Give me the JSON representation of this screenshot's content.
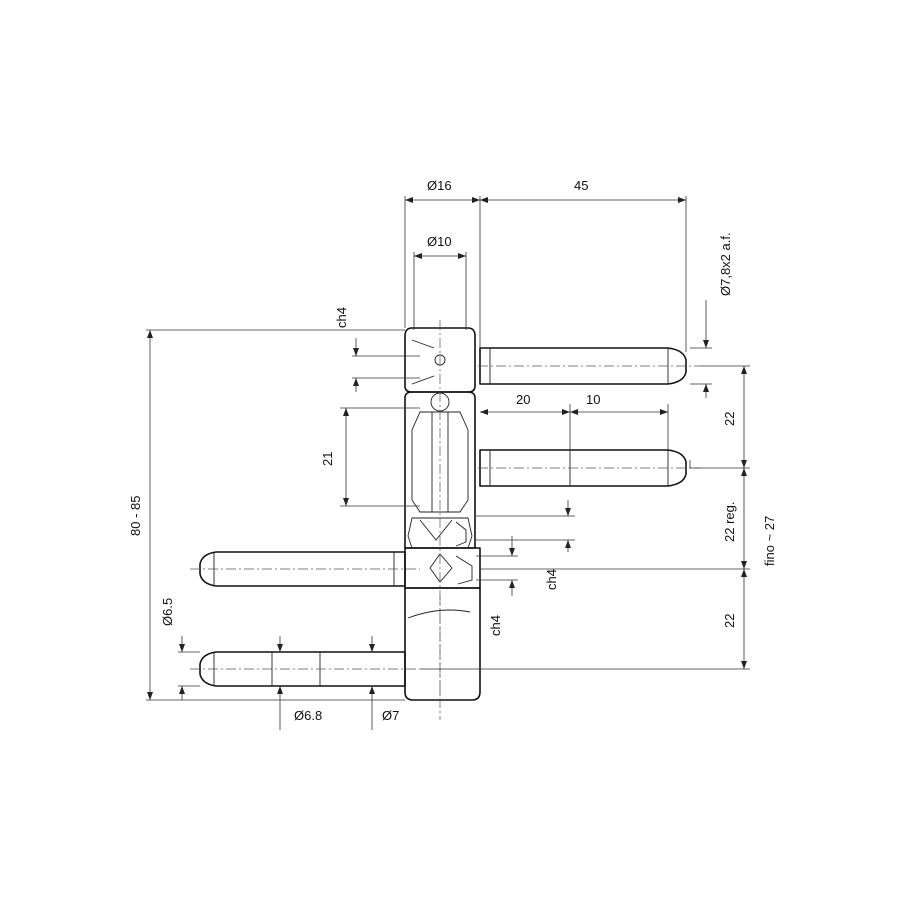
{
  "labels": {
    "d16": "Ø16",
    "l45": "45",
    "d10": "Ø10",
    "d78": "Ø7,8x2 a.f.",
    "ch4_top": "ch4",
    "l20": "20",
    "l10": "10",
    "l22_top": "22",
    "l21": "21",
    "l80_85": "80 - 85",
    "l22_reg": "22 reg.",
    "fino27": "fino ~ 27",
    "ch4_mid": "ch4",
    "ch4_low": "ch4",
    "d65": "Ø6.5",
    "l22_bot": "22",
    "d68": "Ø6.8",
    "d7": "Ø7"
  }
}
